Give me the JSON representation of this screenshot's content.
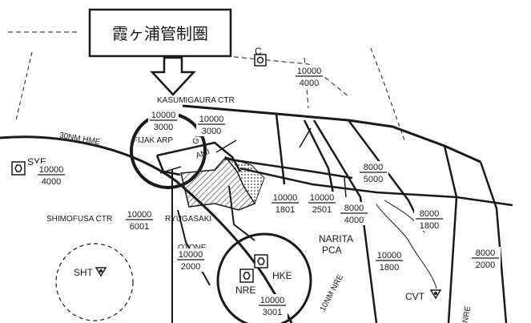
{
  "callout": {
    "title": "霞ヶ浦管制圏"
  },
  "places": {
    "kasumigaura_ctr": "KASUMIGAURA CTR",
    "fijak_arp": "FIJAK ARP",
    "ami": "AMI",
    "gym": "GYM",
    "sye": "SYE",
    "shimofusa_ctr": "SHIMOFUSA CTR",
    "ryugasaki": "RYUGASAKI",
    "otone": "OTONE",
    "narita": "NARITA",
    "pca": "PCA",
    "shit": "SHT",
    "hke": "HKE",
    "nre": "NRE",
    "cvt": "CVT",
    "c_top": "C",
    "hme_ring": "30NM HME",
    "nre_ring": "10NM NRE",
    "nre_edge": "NRE"
  },
  "altitudes": [
    {
      "id": "a1",
      "top": "10000",
      "bottom": "4000"
    },
    {
      "id": "a2",
      "top": "10000",
      "bottom": "3000"
    },
    {
      "id": "a3",
      "top": "10000",
      "bottom": "3000"
    },
    {
      "id": "a4",
      "top": "10000",
      "bottom": "4000"
    },
    {
      "id": "a5",
      "top": "8000",
      "bottom": "5000"
    },
    {
      "id": "a6",
      "top": "10000",
      "bottom": "1801"
    },
    {
      "id": "a7",
      "top": "10000",
      "bottom": "2501"
    },
    {
      "id": "a8",
      "top": "8000",
      "bottom": "4000"
    },
    {
      "id": "a9",
      "top": "8000",
      "bottom": "1800"
    },
    {
      "id": "a10",
      "top": "10000",
      "bottom": "6001"
    },
    {
      "id": "a11",
      "top": "10000",
      "bottom": "2000"
    },
    {
      "id": "a12",
      "top": "10000",
      "bottom": "1800"
    },
    {
      "id": "a13",
      "top": "8000",
      "bottom": "2000"
    },
    {
      "id": "a14",
      "top": "10000",
      "bottom": "3001"
    }
  ]
}
